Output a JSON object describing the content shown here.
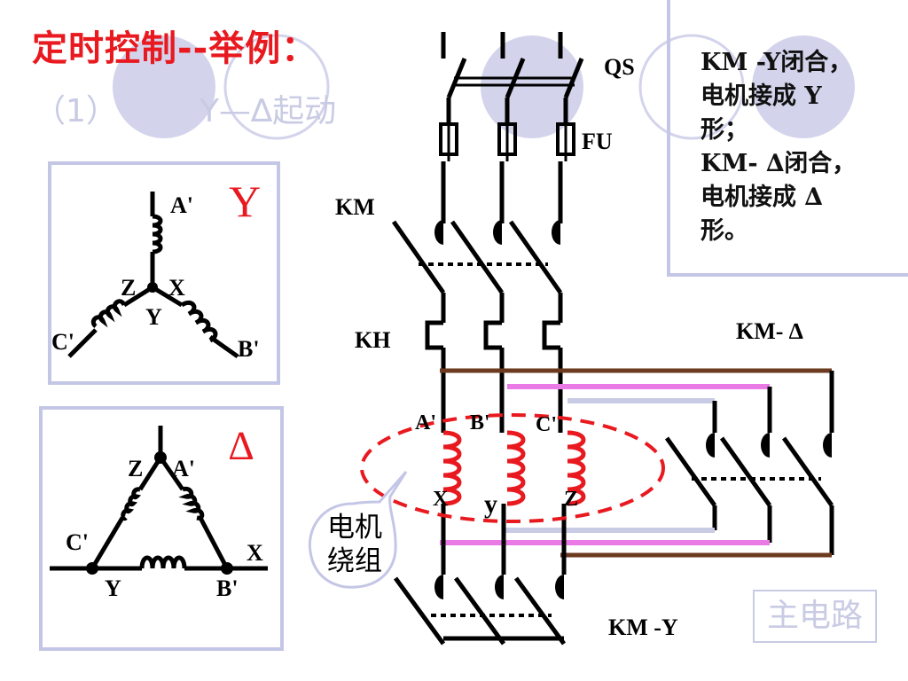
{
  "title": "定时控制--举例：",
  "subtitle": {
    "prefix": "（1）",
    "suffix": "Y—∆起动"
  },
  "note": {
    "lines": [
      "KM -Y闭合，",
      "电机接成 Y",
      "形；",
      "KM- ∆闭合，",
      "电机接成 ∆",
      "形。"
    ]
  },
  "caption": "主电路",
  "callout": [
    "电机",
    "绕组"
  ],
  "labels": {
    "qs": "QS",
    "fu": "FU",
    "km": "KM",
    "kh": "KH",
    "km_delta": "KM- ∆",
    "km_y": "KM -Y",
    "a": "A'",
    "b": "B'",
    "c": "C'",
    "x": "X",
    "y": "y",
    "z": "Z"
  },
  "star_diagram": {
    "symbol": "Y",
    "labels": {
      "a": "A'",
      "z": "Z",
      "x": "X",
      "y": "Y",
      "c": "C'",
      "b": "B'"
    }
  },
  "delta_diagram": {
    "symbol": "∆",
    "labels": {
      "z": "Z",
      "a": "A'",
      "c": "C'",
      "x": "X",
      "y": "Y",
      "b": "B'"
    }
  },
  "colors": {
    "title": "#e8191f",
    "coil": "#e8191f",
    "brown": "#6b3a1f",
    "pink": "#ea7ae6",
    "lavender": "#c9cbe4",
    "frame": "#c4c6e6"
  }
}
